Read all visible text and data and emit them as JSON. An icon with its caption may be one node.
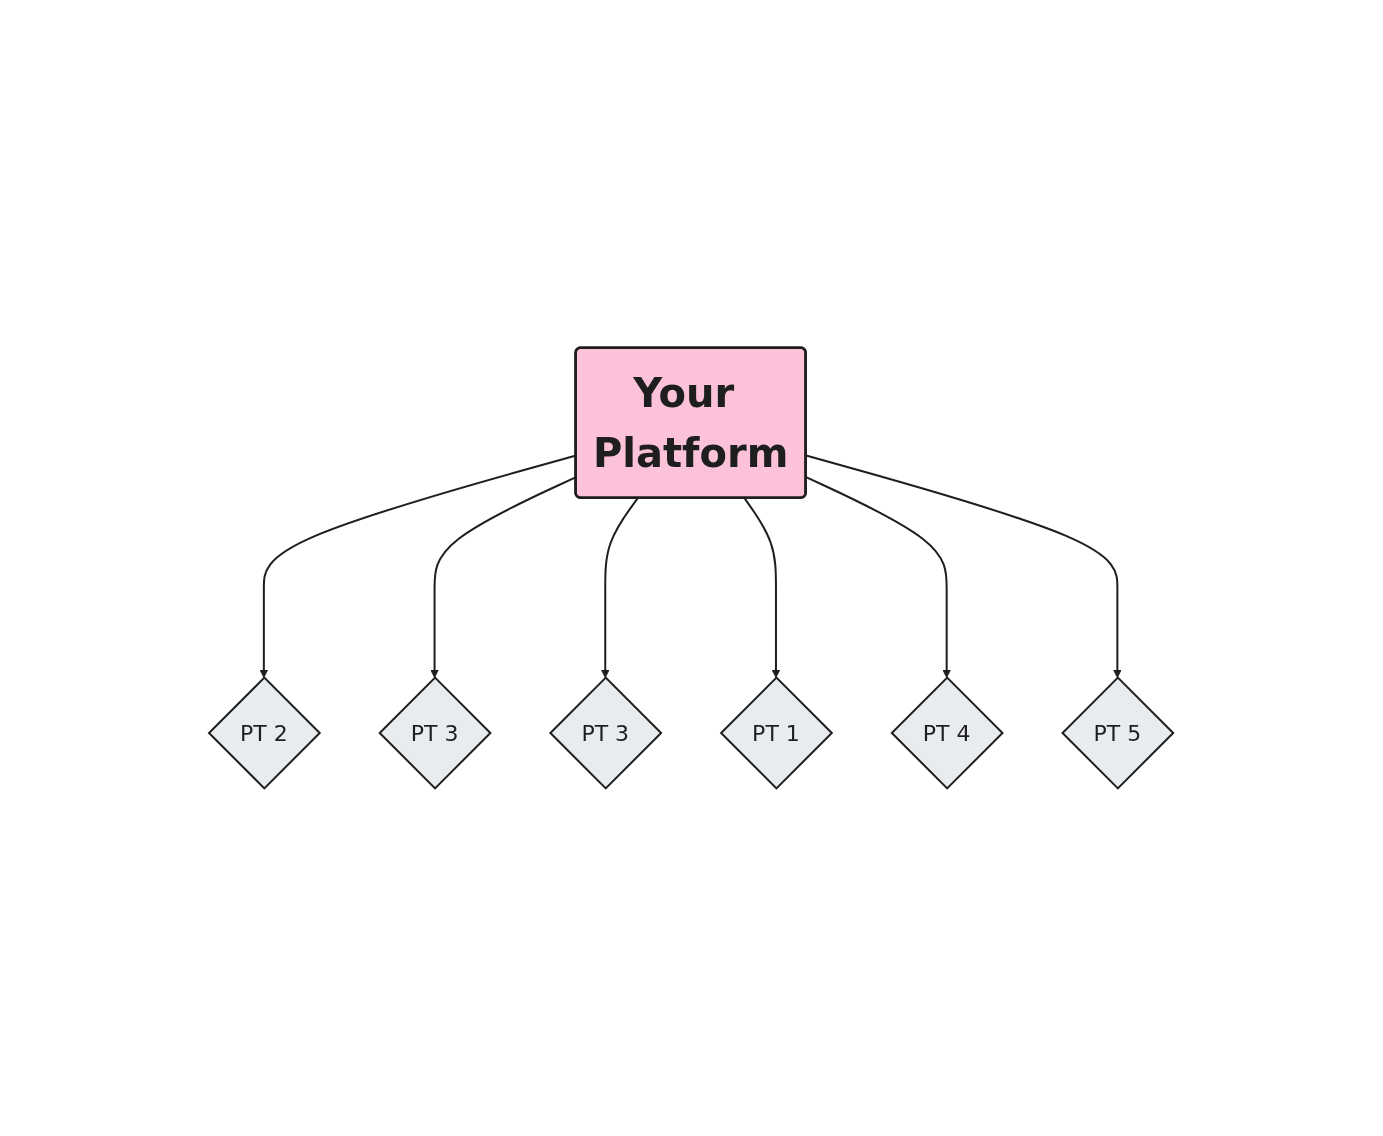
{
  "diagram": {
    "nodes": [
      {
        "text": [
          "PT 3"
        ]
      },
      {
        "text": [
          "PT 2"
        ]
      },
      {
        "text": [
          "PT 3"
        ]
      },
      {
        "text": [
          "Your Platform"
        ]
      },
      {
        "text": [
          "PT 1"
        ]
      },
      {
        "text": [
          "PT 4"
        ]
      },
      {
        "text": [
          "PT 5"
        ]
      }
    ],
    "edges": [
      {
        "from": 3,
        "to": 1,
        "arrow": "to"
      },
      {
        "from": 3,
        "to": 0,
        "arrow": "to"
      },
      {
        "from": 3,
        "to": 2,
        "arrow": "to"
      },
      {
        "from": 3,
        "to": 4,
        "arrow": "to"
      },
      {
        "from": 3,
        "to": 5,
        "arrow": "to"
      },
      {
        "from": 3,
        "to": 6,
        "arrow": "to"
      }
    ]
  }
}
